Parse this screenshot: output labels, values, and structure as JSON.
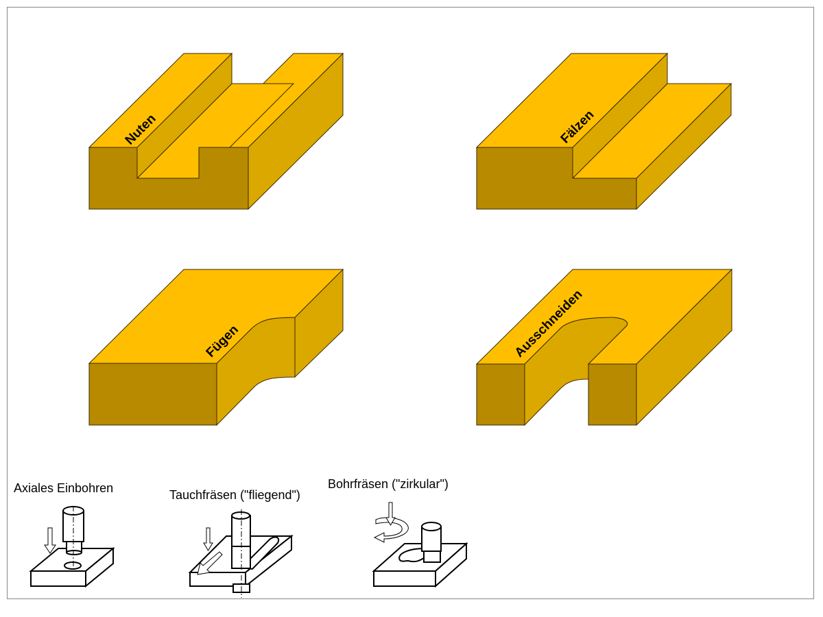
{
  "labels": {
    "nuten": "Nuten",
    "faelzen": "Fälzen",
    "fuegen": "Fügen",
    "ausschneiden": "Ausschneiden"
  },
  "captions": {
    "axial": "Axiales Einbohren",
    "tauch": "Tauchfräsen (\"fliegend\")",
    "bohr": "Bohrfräsen (\"zirkular\")"
  },
  "colors": {
    "top": "#FFBF00",
    "side": "#DBA800",
    "front": "#B88A00"
  }
}
